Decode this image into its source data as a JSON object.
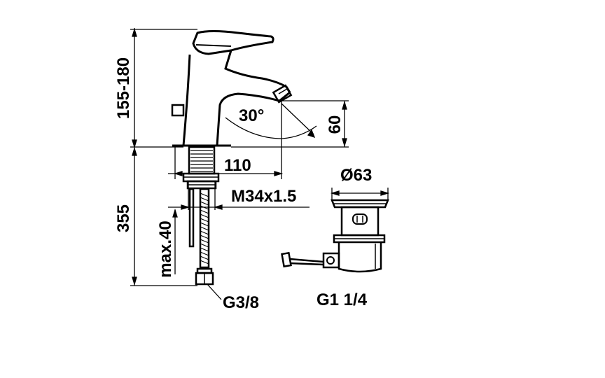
{
  "dimensions": {
    "overall_height": "155-180",
    "spout_height": "60",
    "spout_angle": "30°",
    "spout_reach": "110",
    "thread": "M34x1.5",
    "hose_length": "355",
    "max_thickness": "max.40",
    "hose_connection": "G3/8",
    "waste_diameter": "Ø63",
    "waste_thread": "G1 1/4"
  },
  "colors": {
    "line": "#000000",
    "background": "#ffffff"
  }
}
